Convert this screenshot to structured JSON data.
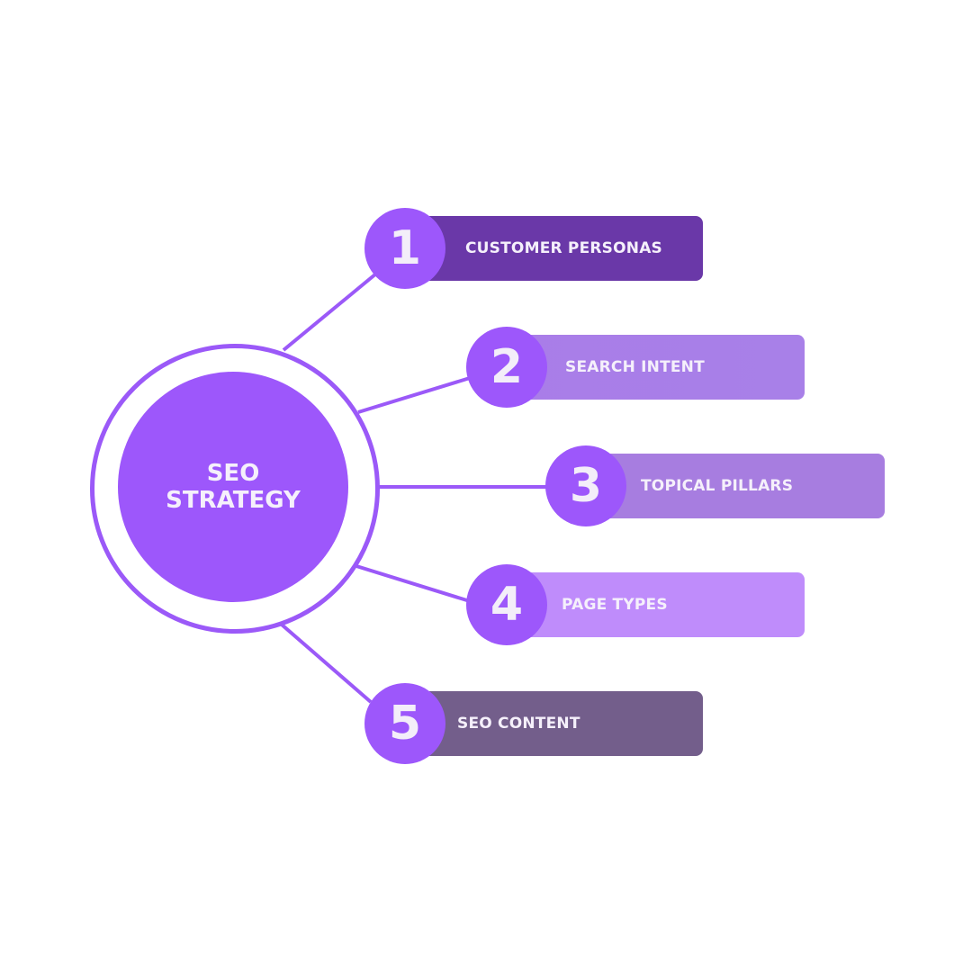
{
  "hub": {
    "line1": "SEO",
    "line2": "STRATEGY"
  },
  "colors": {
    "accent": "#9d57fb",
    "text": "#f5f0fb"
  },
  "steps": [
    {
      "number": "1",
      "label": "CUSTOMER PERSONAS",
      "color": "#6a38a8"
    },
    {
      "number": "2",
      "label": "SEARCH INTENT",
      "color": "#a97de8"
    },
    {
      "number": "3",
      "label": "TOPICAL PILLARS",
      "color": "#a77de0"
    },
    {
      "number": "4",
      "label": "PAGE TYPES",
      "color": "#bf8cfb"
    },
    {
      "number": "5",
      "label": "SEO CONTENT",
      "color": "#735e8b"
    }
  ]
}
